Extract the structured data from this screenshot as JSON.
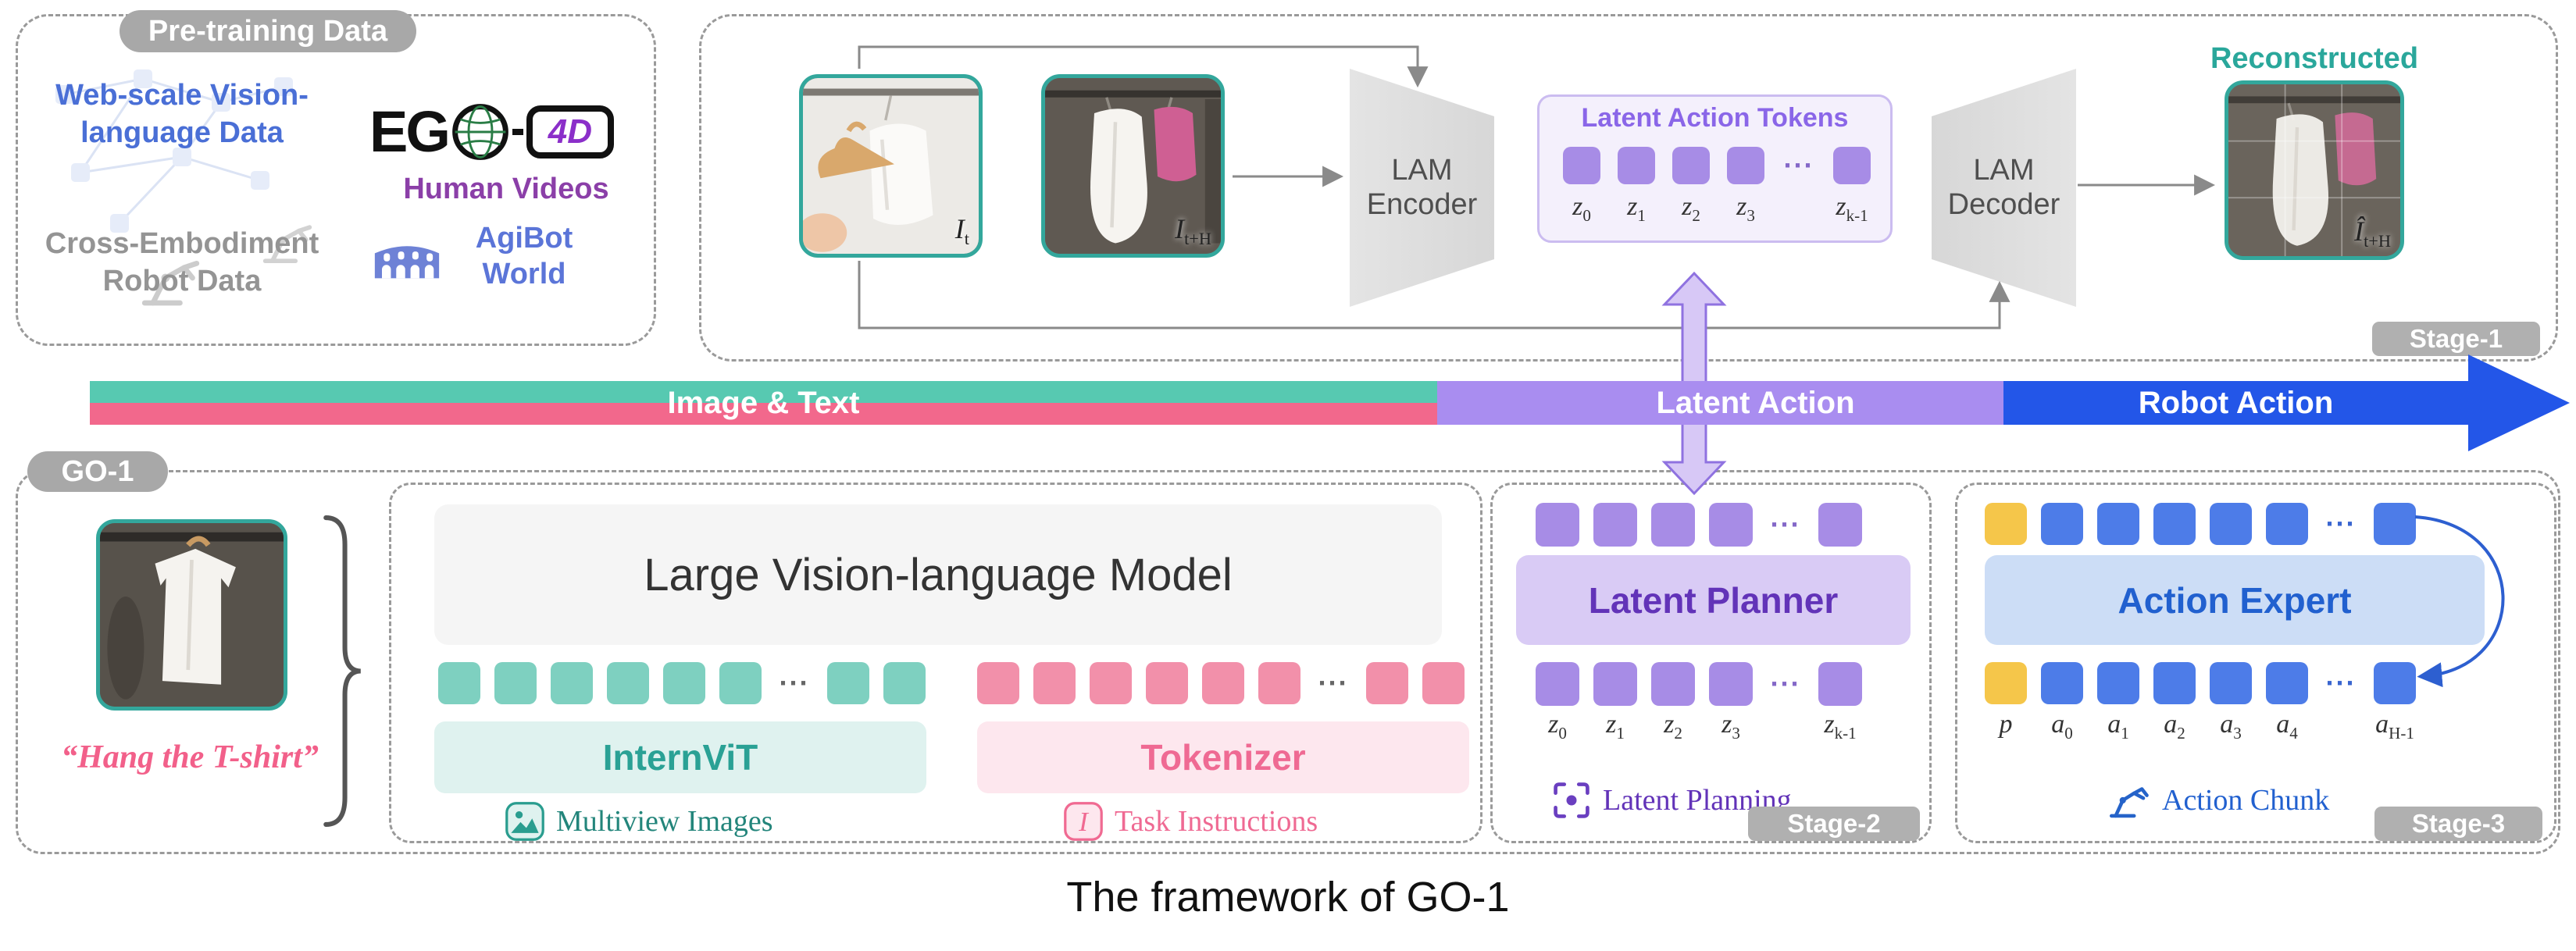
{
  "caption": "The framework of GO-1",
  "ellipsis": "···",
  "pretraining": {
    "title": "Pre-training Data",
    "web_scale": "Web-scale Vision-language Data",
    "ego_eg": "EG",
    "ego_4d": "4D",
    "human_videos": "Human Videos",
    "cross_embodiment": "Cross-Embodiment Robot Data",
    "agibot": "AgiBot World"
  },
  "stage1": {
    "badge": "Stage-1",
    "encoder": "LAM Encoder",
    "decoder": "LAM Decoder",
    "latent_tokens_title": "Latent Action Tokens",
    "reconstructed": "Reconstructed",
    "input_label": {
      "base": "I",
      "sub": "t"
    },
    "future_label": {
      "base": "I",
      "sub": "t+H"
    },
    "recon_label": {
      "base": "Î",
      "sub": "t+H"
    },
    "z_labels": [
      {
        "base": "z",
        "sub": "0"
      },
      {
        "base": "z",
        "sub": "1"
      },
      {
        "base": "z",
        "sub": "2"
      },
      {
        "base": "z",
        "sub": "3"
      },
      {
        "base": "z",
        "sub": "k-1"
      }
    ]
  },
  "flow_bar": {
    "image_text": "Image & Text",
    "latent_action": "Latent Action",
    "robot_action": "Robot Action"
  },
  "go1": {
    "badge": "GO-1",
    "instruction": "“Hang the T-shirt”"
  },
  "stage2": {
    "badge": "Stage-2",
    "vlm": "Large Vision-language Model",
    "internvit": "InternViT",
    "tokenizer": "Tokenizer",
    "multiview": "Multiview Images",
    "task_instructions": "Task Instructions",
    "latent_planner": "Latent Planner",
    "latent_planning": "Latent Planning",
    "z_labels": [
      {
        "base": "z",
        "sub": "0"
      },
      {
        "base": "z",
        "sub": "1"
      },
      {
        "base": "z",
        "sub": "2"
      },
      {
        "base": "z",
        "sub": "3"
      },
      {
        "base": "z",
        "sub": "k-1"
      }
    ]
  },
  "stage3": {
    "badge": "Stage-3",
    "action_expert": "Action Expert",
    "action_chunk": "Action Chunk",
    "p_label": "p",
    "a_labels": [
      {
        "base": "a",
        "sub": "0"
      },
      {
        "base": "a",
        "sub": "1"
      },
      {
        "base": "a",
        "sub": "2"
      },
      {
        "base": "a",
        "sub": "3"
      },
      {
        "base": "a",
        "sub": "4"
      },
      {
        "base": "a",
        "sub": "H-1"
      }
    ]
  },
  "colors": {
    "bar_teal": "#57c9b1",
    "bar_pink": "#f2688c",
    "bar_purple": "#a98df0",
    "bar_blue": "#2356e8",
    "token_teal": "#7ed0c0",
    "token_pink": "#f290aa",
    "token_purple": "#a78ce6",
    "token_blue": "#4d7ce8",
    "token_yellow": "#f5c64a",
    "accent_teal": "#2aa79b",
    "accent_purple": "#6233b8",
    "accent_blue": "#2160cf"
  }
}
